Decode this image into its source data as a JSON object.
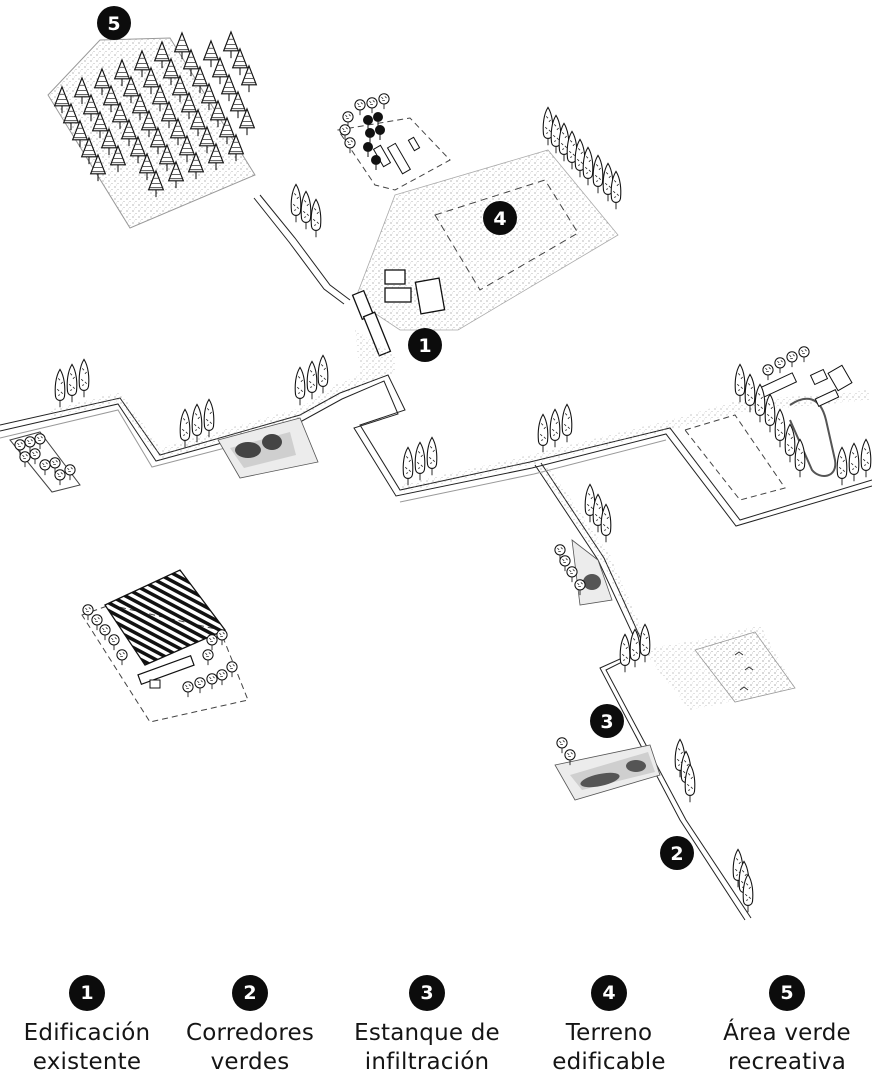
{
  "diagram": {
    "title": "Plano isométrico de intervención",
    "markers": [
      {
        "id": "1",
        "label": "1"
      },
      {
        "id": "2",
        "label": "2"
      },
      {
        "id": "3",
        "label": "3"
      },
      {
        "id": "4",
        "label": "4"
      },
      {
        "id": "5",
        "label": "5"
      }
    ]
  },
  "legend": {
    "items": [
      {
        "number": "1",
        "line1": "Edificación",
        "line2": "existente"
      },
      {
        "number": "2",
        "line1": "Corredores",
        "line2": "verdes"
      },
      {
        "number": "3",
        "line1": "Estanque de",
        "line2": "infiltración"
      },
      {
        "number": "4",
        "line1": "Terreno",
        "line2": "edificable"
      },
      {
        "number": "5",
        "line1": "Área verde",
        "line2": "recreativa"
      }
    ]
  },
  "colors": {
    "badge": "#0c0c0c",
    "badge_text": "#ffffff",
    "line": "#222222",
    "stipple": "#9a9a9a",
    "pond_outer": "#c8c8c8",
    "pond_inner": "#555555",
    "background": "#ffffff"
  }
}
